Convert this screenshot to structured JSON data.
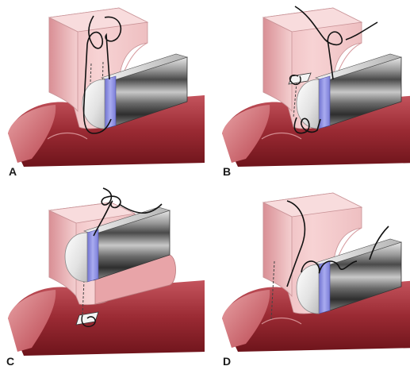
{
  "figure": {
    "panels": [
      {
        "id": "a",
        "label": "A"
      },
      {
        "id": "b",
        "label": "B"
      },
      {
        "id": "c",
        "label": "C"
      },
      {
        "id": "d",
        "label": "D"
      }
    ]
  },
  "colors": {
    "background": "#ffffff",
    "gum_tissue": "#f3c6c8",
    "gum_shadow": "#e3a3a8",
    "gum_outline": "#b7878a",
    "muscle_dark": "#8c1f26",
    "muscle_mid": "#b84650",
    "muscle_light": "#d8868a",
    "tooth_metal_light": "#d9d9d9",
    "tooth_metal_dark": "#3e3e3e",
    "tooth_face": "#eeeeee",
    "tooth_band": "#8f91e0",
    "suture": "#111111",
    "pledget": "#f4f4f4"
  }
}
